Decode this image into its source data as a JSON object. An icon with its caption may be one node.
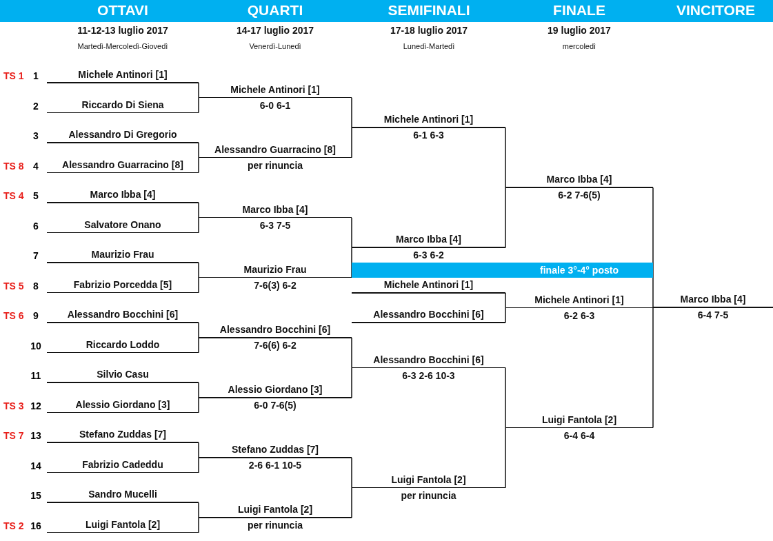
{
  "diagram": {
    "nodes": [
      {
        "text": [
          "Michele Antinori [1]"
        ],
        "beside": [
          "TS 1",
          "1"
        ]
      },
      {
        "text": [
          "Riccardo Di Siena"
        ],
        "beside": [
          "2"
        ]
      },
      {
        "text": [
          "Alessandro Di Gregorio"
        ],
        "beside": [
          "3"
        ]
      },
      {
        "text": [
          "Alessandro Guarracino [8]"
        ],
        "beside": [
          "TS 8",
          "4"
        ]
      },
      {
        "text": [
          "Marco Ibba [4]"
        ],
        "beside": [
          "TS 4",
          "5"
        ]
      },
      {
        "text": [
          "Salvatore Onano"
        ],
        "beside": [
          "6"
        ]
      },
      {
        "text": [
          "Maurizio Frau"
        ],
        "beside": [
          "7"
        ]
      },
      {
        "text": [
          "Fabrizio Porcedda [5]"
        ],
        "beside": [
          "TS 5",
          "8"
        ]
      },
      {
        "text": [
          "Alessandro Bocchini [6]"
        ],
        "beside": [
          "TS 6",
          "9"
        ]
      },
      {
        "text": [
          "Riccardo Loddo"
        ],
        "beside": [
          "10"
        ]
      },
      {
        "text": [
          "Silvio Casu"
        ],
        "beside": [
          "11"
        ]
      },
      {
        "text": [
          "Alessio Giordano [3]"
        ],
        "beside": [
          "TS 3",
          "12"
        ]
      },
      {
        "text": [
          "Stefano Zuddas [7]"
        ],
        "beside": [
          "TS 7",
          "13"
        ]
      },
      {
        "text": [
          "Fabrizio Cadeddu"
        ],
        "beside": [
          "14"
        ]
      },
      {
        "text": [
          "Sandro Mucelli"
        ],
        "beside": [
          "15"
        ]
      },
      {
        "text": [
          "Luigi Fantola [2]"
        ],
        "beside": [
          "TS 2",
          "16"
        ]
      },
      {
        "text": [
          "Michele Antinori [1]",
          "6-0 6-1"
        ]
      },
      {
        "text": [
          "Alessandro Guarracino [8]",
          "per rinuncia"
        ]
      },
      {
        "text": [
          "Marco Ibba [4]",
          "6-3 7-5"
        ]
      },
      {
        "text": [
          "Maurizio Frau",
          "7-6(3) 6-2"
        ]
      },
      {
        "text": [
          "Alessandro Bocchini [6]",
          "7-6(6) 6-2"
        ]
      },
      {
        "text": [
          "Alessio Giordano [3]",
          "6-0 7-6(5)"
        ]
      },
      {
        "text": [
          "Stefano Zuddas [7]",
          "2-6 6-1 10-5"
        ]
      },
      {
        "text": [
          "Luigi Fantola [2]",
          "per rinuncia"
        ]
      },
      {
        "text": [
          "Michele Antinori [1]",
          "6-1 6-3"
        ]
      },
      {
        "text": [
          "Marco Ibba [4]",
          "6-3 6-2"
        ]
      },
      {
        "text": [
          "Alessandro Bocchini [6]",
          "6-3 2-6 10-3"
        ]
      },
      {
        "text": [
          "Luigi Fantola [2]",
          "per rinuncia"
        ]
      },
      {
        "text": [
          "finale 3°-4° posto"
        ]
      },
      {
        "text": [
          "Michele Antinori [1]"
        ]
      },
      {
        "text": [
          "Alessandro Bocchini [6]"
        ]
      },
      {
        "text": [
          "Marco Ibba [4]",
          "6-2 7-6(5)"
        ]
      },
      {
        "text": [
          "Michele Antinori [1]",
          "6-2 6-3"
        ]
      },
      {
        "text": [
          "Luigi Fantola [2]",
          "6-4 6-4"
        ]
      },
      {
        "text": [
          "Marco Ibba [4]",
          "6-4 7-5"
        ]
      }
    ],
    "edges": [
      {
        "from": 0,
        "to": 16,
        "arrow": "none"
      },
      {
        "from": 1,
        "to": 16,
        "arrow": "none"
      },
      {
        "from": 2,
        "to": 17,
        "arrow": "none"
      },
      {
        "from": 3,
        "to": 17,
        "arrow": "none"
      },
      {
        "from": 4,
        "to": 18,
        "arrow": "none"
      },
      {
        "from": 5,
        "to": 18,
        "arrow": "none"
      },
      {
        "from": 6,
        "to": 19,
        "arrow": "none"
      },
      {
        "from": 7,
        "to": 19,
        "arrow": "none"
      },
      {
        "from": 8,
        "to": 20,
        "arrow": "none"
      },
      {
        "from": 9,
        "to": 20,
        "arrow": "none"
      },
      {
        "from": 10,
        "to": 21,
        "arrow": "none"
      },
      {
        "from": 11,
        "to": 21,
        "arrow": "none"
      },
      {
        "from": 12,
        "to": 22,
        "arrow": "none"
      },
      {
        "from": 13,
        "to": 22,
        "arrow": "none"
      },
      {
        "from": 14,
        "to": 23,
        "arrow": "none"
      },
      {
        "from": 15,
        "to": 23,
        "arrow": "none"
      },
      {
        "from": 16,
        "to": 24,
        "arrow": "none"
      },
      {
        "from": 17,
        "to": 24,
        "arrow": "none"
      },
      {
        "from": 18,
        "to": 25,
        "arrow": "none"
      },
      {
        "from": 19,
        "to": 25,
        "arrow": "none"
      },
      {
        "from": 20,
        "to": 26,
        "arrow": "none"
      },
      {
        "from": 21,
        "to": 26,
        "arrow": "none"
      },
      {
        "from": 22,
        "to": 27,
        "arrow": "none"
      },
      {
        "from": 23,
        "to": 27,
        "arrow": "none"
      },
      {
        "from": 24,
        "to": 31,
        "arrow": "none"
      },
      {
        "from": 25,
        "to": 31,
        "arrow": "none"
      },
      {
        "from": 29,
        "to": 32,
        "arrow": "none"
      },
      {
        "from": 30,
        "to": 32,
        "arrow": "none"
      },
      {
        "from": 26,
        "to": 33,
        "arrow": "none"
      },
      {
        "from": 27,
        "to": 33,
        "arrow": "none"
      },
      {
        "from": 31,
        "to": 34,
        "arrow": "none"
      },
      {
        "from": 33,
        "to": 34,
        "arrow": "none"
      }
    ],
    "labels": [
      "OTTAVI",
      "QUARTI",
      "SEMIFINALI",
      "FINALE",
      "VINCITORE",
      "11-12-13 luglio 2017",
      "14-17 luglio 2017",
      "17-18 luglio 2017",
      "19 luglio 2017",
      "Martedì-Mercoledì-Giovedì",
      "Venerdì-Lunedì",
      "Lunedì-Martedì",
      "mercoledì"
    ]
  }
}
